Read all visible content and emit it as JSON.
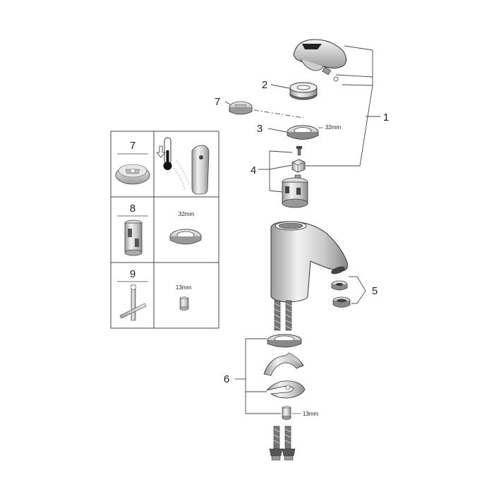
{
  "diagram": {
    "parts": [
      {
        "number": "1"
      },
      {
        "number": "2"
      },
      {
        "number": "3",
        "size": "32mm"
      },
      {
        "number": "4"
      },
      {
        "number": "5"
      },
      {
        "number": "6",
        "size": "13mm"
      },
      {
        "number": "7"
      }
    ],
    "accessories": [
      {
        "number": "7"
      },
      {
        "number": "8",
        "size": "32mm"
      },
      {
        "number": "9",
        "size": "13mm"
      }
    ]
  }
}
